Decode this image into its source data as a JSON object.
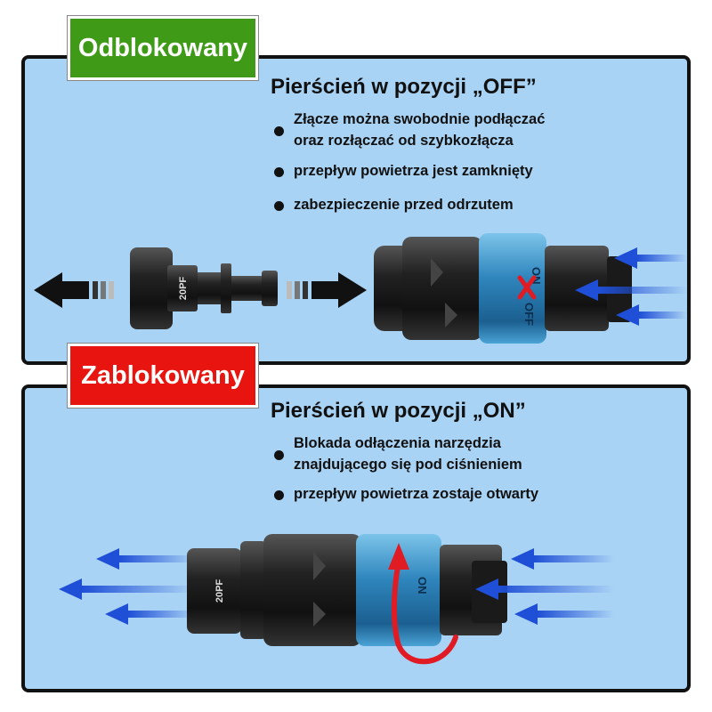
{
  "unlocked": {
    "badge": "Odblokowany",
    "heading": "Pierścień  w pozycji „OFF”",
    "bullets": [
      [
        "Złącze można swobodnie podłączać",
        "oraz rozłączać od szybkozłącza"
      ],
      [
        "przepływ powietrza jest zamknięty"
      ],
      [
        "zabezpieczenie przed odrzutem"
      ]
    ],
    "plug_marking": "20PF",
    "ring_label": "OFF",
    "ring_label_alt": "ON"
  },
  "locked": {
    "badge": "Zablokowany",
    "heading": "Pierścień w pozycji „ON”",
    "bullets": [
      [
        "Blokada odłączenia narzędzia",
        "znajdującego się pod ciśnieniem"
      ],
      [
        "przepływ powietrza zostaje otwarty"
      ]
    ],
    "plug_marking": "20PF",
    "ring_label": "ON"
  },
  "colors": {
    "panel_bg": "#a9d3f5",
    "green_badge": "#3f9b17",
    "red_badge": "#e8140f",
    "airflow_arrow": "#1f4fd6",
    "ring_blue": "#3a8fc4",
    "rotation_arrow": "#e01b24",
    "block_x": "#e01b24"
  },
  "icons": [
    "arrow-left-icon",
    "arrow-right-icon",
    "airflow-arrow-icon",
    "rotation-arrow-icon",
    "blocked-x-icon"
  ]
}
